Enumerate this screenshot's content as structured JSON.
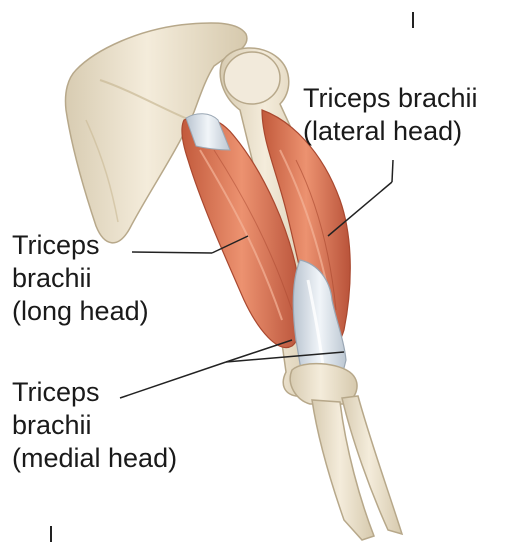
{
  "labels": {
    "lateral": {
      "line1": "Triceps brachii",
      "line2": "(lateral head)"
    },
    "long": {
      "line1": "Triceps",
      "line2": "brachii",
      "line3": "(long head)"
    },
    "medial": {
      "line1": "Triceps",
      "line2": "brachii",
      "line3": "(medial head)"
    }
  },
  "colors": {
    "bone": "#efe6d2",
    "bone_outline": "#b7a88a",
    "muscle": "#e07d5f",
    "muscle_dark": "#b95438",
    "tendon": "#d9e1ea",
    "leader": "#222222"
  }
}
